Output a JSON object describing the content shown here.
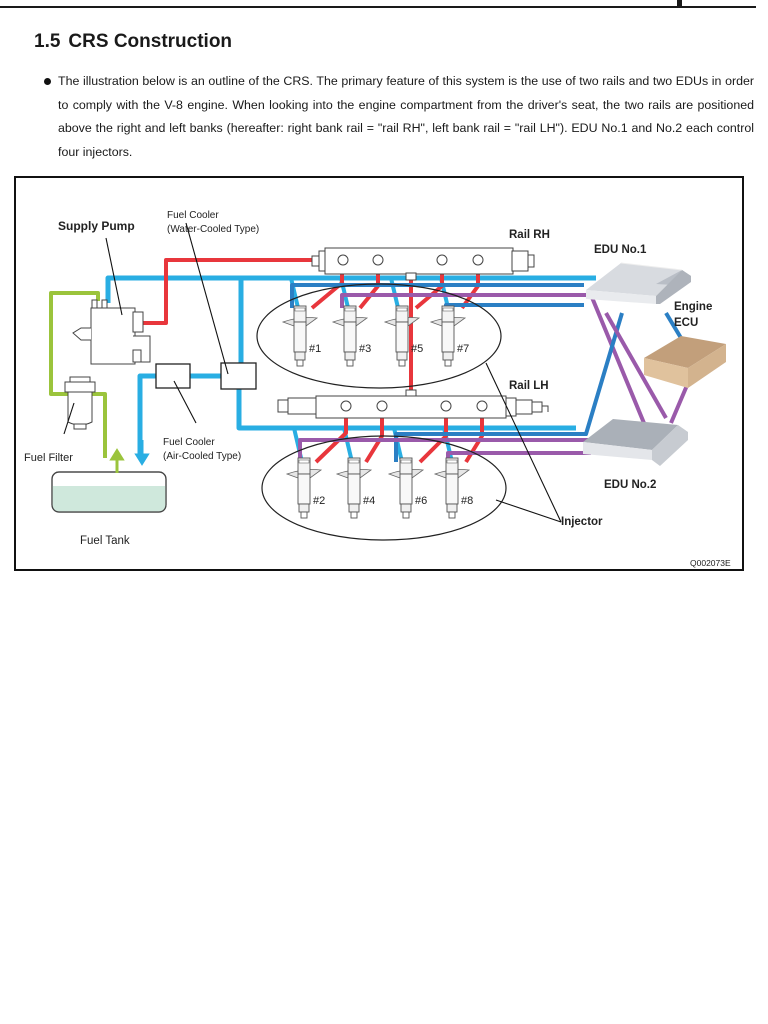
{
  "header": {
    "section_number": "1.5",
    "section_title": "CRS Construction"
  },
  "body": {
    "paragraph": "The illustration below is an outline of the CRS. The primary feature of this system is the use of two rails and two EDUs in order to comply with the V-8 engine. When looking into the engine compartment from the driver's seat, the two rails are positioned above the right and left banks (hereafter: right bank rail = \"rail RH\", left bank rail = \"rail LH\"). EDU No.1 and No.2 each control four injectors."
  },
  "figure": {
    "id": "Q002073E",
    "labels": {
      "supply_pump": "Supply Pump",
      "fuel_cooler_water_1": "Fuel Cooler",
      "fuel_cooler_water_2": "(Water-Cooled Type)",
      "fuel_cooler_air_1": "Fuel Cooler",
      "fuel_cooler_air_2": "(Air-Cooled Type)",
      "fuel_filter": "Fuel Filter",
      "fuel_tank": "Fuel Tank",
      "rail_rh": "Rail RH",
      "rail_lh": "Rail LH",
      "edu1": "EDU No.1",
      "edu2": "EDU No.2",
      "engine_ecu_1": "Engine",
      "engine_ecu_2": "ECU",
      "injector": "Injector"
    },
    "injectors_rh": [
      "#1",
      "#3",
      "#5",
      "#7"
    ],
    "injectors_lh": [
      "#2",
      "#4",
      "#6",
      "#8"
    ],
    "colors": {
      "high_pressure": "#e8363c",
      "return_low": "#29aee3",
      "feed": "#9bc43c",
      "edu_signal_blue": "#2b7fc4",
      "edu_signal_purple": "#9a5aaa",
      "tank_fluid": "#cfe8dc",
      "ecu_box": "#d6b48f",
      "edu_box": "#c9ccd1"
    }
  }
}
